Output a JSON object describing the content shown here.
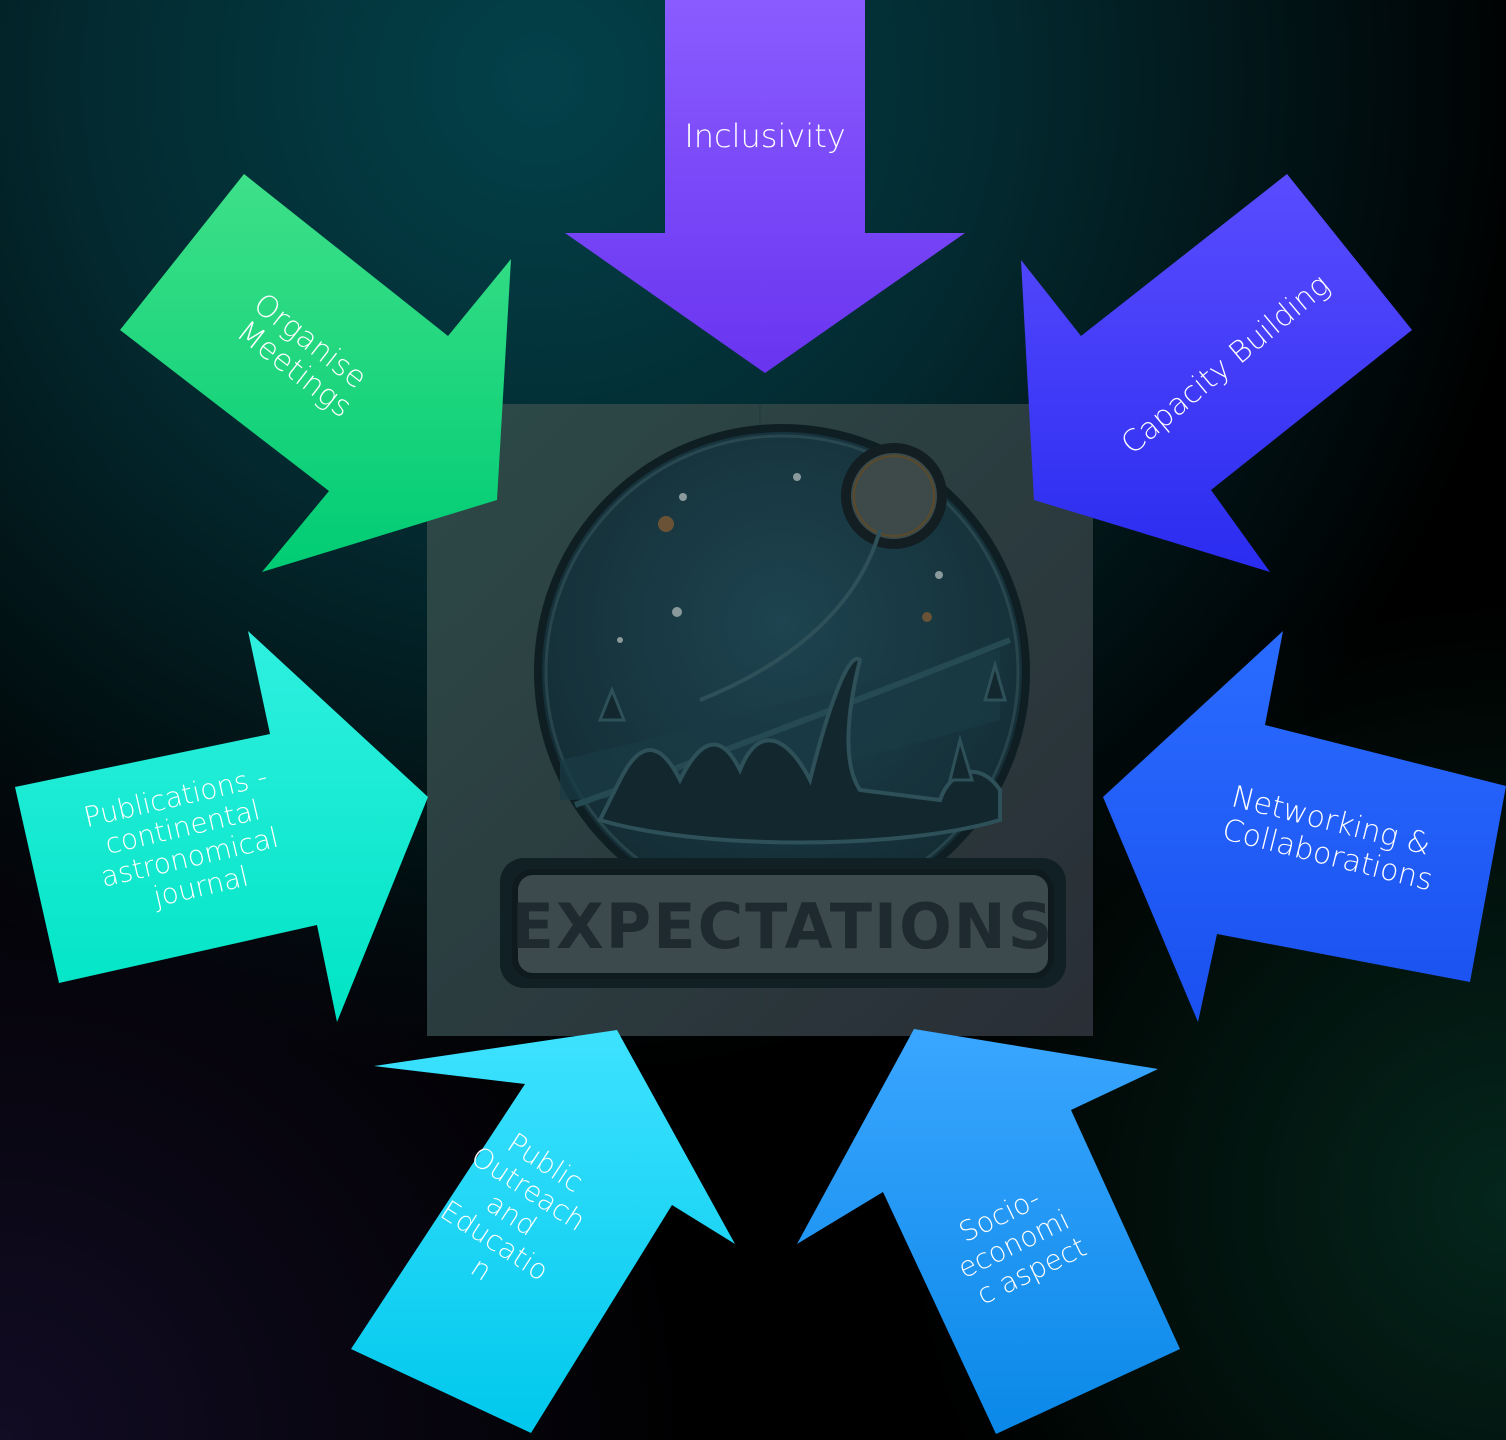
{
  "center": {
    "badge_text": "EXPECTATIONS",
    "icon": "night-sky-stargazers-logo"
  },
  "arrows": [
    {
      "id": "inclusivity",
      "lines": [
        "Inclusivity"
      ],
      "direction": "down",
      "color_top": "#8a5cff",
      "color_bottom": "#6a34f0"
    },
    {
      "id": "capacity-building",
      "lines": [
        "Capacity Building"
      ],
      "direction": "down-left",
      "color_top": "#5a4cff",
      "color_bottom": "#2a2cf0"
    },
    {
      "id": "networking-collaborations",
      "lines": [
        "Networking &",
        "Collaborations"
      ],
      "direction": "left",
      "color_top": "#2a6cff",
      "color_bottom": "#1a50f0"
    },
    {
      "id": "socio-economic-aspect",
      "lines": [
        "Socio-",
        "economi",
        "c aspect"
      ],
      "direction": "up-left",
      "color_top": "#3aa6ff",
      "color_bottom": "#0a88e8"
    },
    {
      "id": "public-outreach-education",
      "lines": [
        "Public",
        "Outreach",
        "and",
        "Educatio",
        "n"
      ],
      "direction": "up-right",
      "color_top": "#3ee2ff",
      "color_bottom": "#00c8ec"
    },
    {
      "id": "publications-journal",
      "lines": [
        "Publications -",
        "continental",
        "astronomical",
        "journal"
      ],
      "direction": "right",
      "color_top": "#2ff0e0",
      "color_bottom": "#00e4c4"
    },
    {
      "id": "organise-meetings",
      "lines": [
        "Organise",
        "Meetings"
      ],
      "direction": "down-right",
      "color_top": "#3ee088",
      "color_bottom": "#00cc74"
    }
  ]
}
